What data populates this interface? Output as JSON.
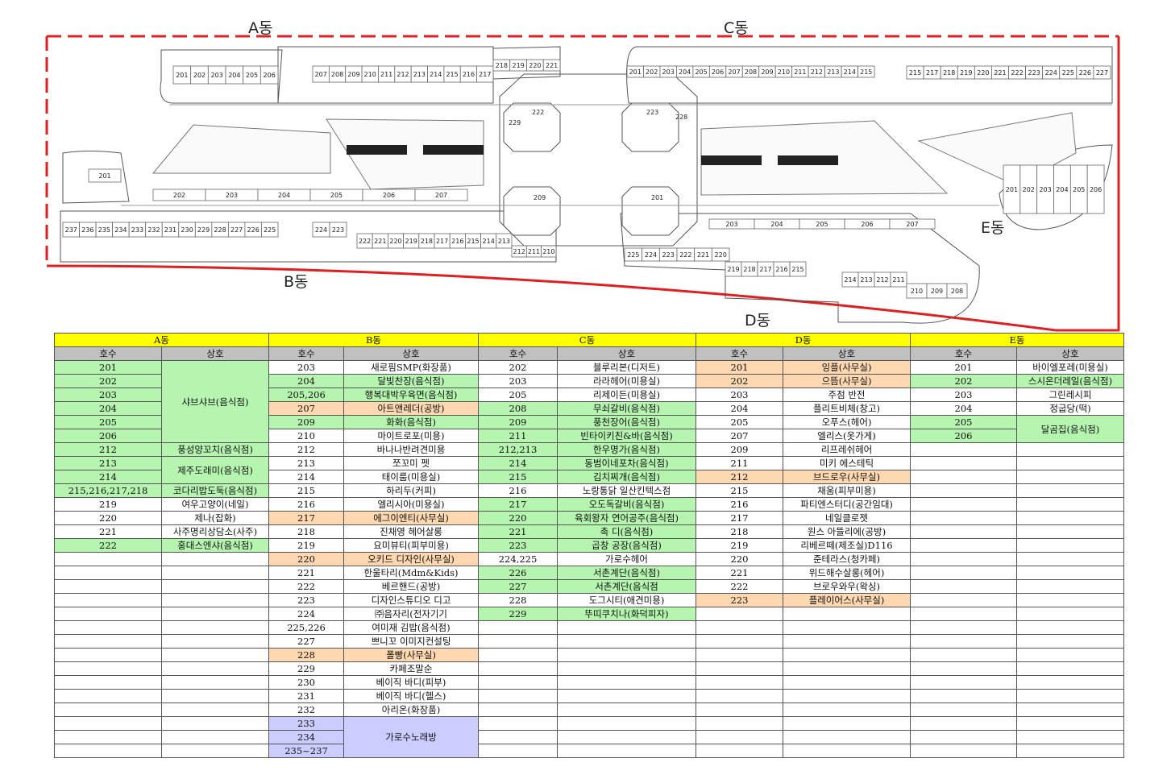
{
  "plan": {
    "buildings": {
      "A": "A동",
      "B": "B동",
      "C": "C동",
      "D": "D동",
      "E": "E동"
    },
    "units": {
      "a_top1": [
        "201",
        "202",
        "203",
        "204",
        "205",
        "206"
      ],
      "a_top2": [
        "207",
        "208",
        "209",
        "210",
        "211",
        "212",
        "213",
        "214",
        "215",
        "216",
        "217"
      ],
      "a_corner": [
        "218",
        "219",
        "220",
        "221"
      ],
      "a_west": [
        "201"
      ],
      "a_mid": [
        "202",
        "203",
        "204",
        "205",
        "206",
        "207"
      ],
      "c_top1": [
        "201",
        "202",
        "203",
        "204",
        "205",
        "206",
        "207",
        "208",
        "209",
        "210",
        "211",
        "212",
        "213",
        "214",
        "215"
      ],
      "c_top2": [
        "215",
        "217",
        "218",
        "219",
        "220",
        "221",
        "222",
        "223",
        "224",
        "225",
        "226",
        "227"
      ],
      "center": [
        "222",
        "223",
        "229",
        "228",
        "209",
        "201"
      ],
      "b_bot1": [
        "237",
        "236",
        "235",
        "234",
        "233",
        "232",
        "231",
        "230",
        "229",
        "228",
        "227",
        "226",
        "225"
      ],
      "b_bot2": [
        "224",
        "223"
      ],
      "b_bot3": [
        "222",
        "221",
        "220",
        "219",
        "218",
        "217",
        "216",
        "215",
        "214",
        "213"
      ],
      "b_bot4": [
        "212",
        "211",
        "210"
      ],
      "d_top": [
        "225",
        "224",
        "223",
        "222",
        "221",
        "220"
      ],
      "d_bot1": [
        "219",
        "218",
        "217",
        "216",
        "215"
      ],
      "d_bot2": [
        "214",
        "213",
        "212",
        "211"
      ],
      "d_bot3": [
        "210",
        "209",
        "208"
      ],
      "d_mid": [
        "203",
        "204",
        "205",
        "206",
        "207"
      ],
      "e_units": [
        "201",
        "202",
        "203",
        "204",
        "205",
        "206"
      ]
    }
  },
  "table": {
    "buildings": [
      "A동",
      "B동",
      "C동",
      "D동",
      "E동"
    ],
    "col_unit": "호수",
    "col_name": "상호",
    "columns": [
      [
        {
          "t": "201",
          "c": "g"
        },
        {
          "t": "202",
          "c": "g"
        },
        {
          "t": "203",
          "c": "g"
        },
        {
          "t": "204",
          "c": "g"
        },
        {
          "t": "205",
          "c": "g"
        },
        {
          "t": "206",
          "c": "g"
        },
        {
          "t": "212",
          "c": "g"
        },
        {
          "t": "213",
          "c": "g"
        },
        {
          "t": "214",
          "c": "g"
        },
        {
          "t": "215,216,217,218",
          "c": "g"
        },
        {
          "t": "219",
          "c": ""
        },
        {
          "t": "220",
          "c": ""
        },
        {
          "t": "221",
          "c": ""
        },
        {
          "t": "222",
          "c": "g"
        }
      ],
      [
        {
          "t": "샤브샤브(음식점)",
          "c": "g",
          "s": 6
        },
        {
          "t": "풍성양꼬치(음식점)",
          "c": "g"
        },
        {
          "t": "제주도래미(음식점)",
          "c": "g",
          "s": 2
        },
        {
          "t": "코다리밥도둑(음식점)",
          "c": "g"
        },
        {
          "t": "여우고양이(네일)",
          "c": ""
        },
        {
          "t": "제나(잡화)",
          "c": ""
        },
        {
          "t": "사주명리상담소(사주)",
          "c": ""
        },
        {
          "t": "홍대스엔샤(음식점)",
          "c": "g"
        }
      ],
      [
        {
          "t": "203",
          "c": ""
        },
        {
          "t": "204",
          "c": "g"
        },
        {
          "t": "205,206",
          "c": "g"
        },
        {
          "t": "207",
          "c": "o"
        },
        {
          "t": "209",
          "c": "g"
        },
        {
          "t": "210",
          "c": ""
        },
        {
          "t": "212",
          "c": ""
        },
        {
          "t": "213",
          "c": ""
        },
        {
          "t": "214",
          "c": ""
        },
        {
          "t": "215",
          "c": ""
        },
        {
          "t": "216",
          "c": ""
        },
        {
          "t": "217",
          "c": "o"
        },
        {
          "t": "218",
          "c": ""
        },
        {
          "t": "219",
          "c": ""
        },
        {
          "t": "220",
          "c": "o"
        },
        {
          "t": "221",
          "c": ""
        },
        {
          "t": "222",
          "c": ""
        },
        {
          "t": "223",
          "c": ""
        },
        {
          "t": "224",
          "c": ""
        },
        {
          "t": "225,226",
          "c": ""
        },
        {
          "t": "227",
          "c": ""
        },
        {
          "t": "228",
          "c": "o"
        },
        {
          "t": "229",
          "c": ""
        },
        {
          "t": "230",
          "c": ""
        },
        {
          "t": "231",
          "c": ""
        },
        {
          "t": "232",
          "c": ""
        },
        {
          "t": "233",
          "c": "p"
        },
        {
          "t": "234",
          "c": "p"
        },
        {
          "t": "235~237",
          "c": "p"
        }
      ],
      [
        {
          "t": "새로핌SMP(화장품)",
          "c": ""
        },
        {
          "t": "달빛찬장(음식점)",
          "c": "g"
        },
        {
          "t": "행복대박우육면(음식점)",
          "c": "g"
        },
        {
          "t": "아트앤레더(공방)",
          "c": "o"
        },
        {
          "t": "화화(음식점)",
          "c": "g"
        },
        {
          "t": "마이트로포(미용)",
          "c": ""
        },
        {
          "t": "바나나반려견미용",
          "c": ""
        },
        {
          "t": "쪼꼬미 펫",
          "c": ""
        },
        {
          "t": "태이룸(미용실)",
          "c": ""
        },
        {
          "t": "하리두(커피)",
          "c": ""
        },
        {
          "t": "엘리시아(미용실)",
          "c": ""
        },
        {
          "t": "에그이엔티(사무실)",
          "c": "o"
        },
        {
          "t": "진채영 헤어살롱",
          "c": ""
        },
        {
          "t": "요미뷰티(피부미용)",
          "c": ""
        },
        {
          "t": "오키드 디자인(사무실)",
          "c": "o"
        },
        {
          "t": "한울타리(Mdm&Kids)",
          "c": ""
        },
        {
          "t": "베르핸드(공방)",
          "c": ""
        },
        {
          "t": "디자인스튜디오 디고",
          "c": ""
        },
        {
          "t": "㈜음자리(전자기기",
          "c": ""
        },
        {
          "t": "여미재 김밥(음식점)",
          "c": ""
        },
        {
          "t": "쁘니꼬 이미지컨설팅",
          "c": ""
        },
        {
          "t": "폴빵(사무실)",
          "c": "o"
        },
        {
          "t": "카페조말순",
          "c": ""
        },
        {
          "t": "베이직 바디(피부)",
          "c": ""
        },
        {
          "t": "베이직 바디(헬스)",
          "c": ""
        },
        {
          "t": "아리온(화장품)",
          "c": ""
        },
        {
          "t": "가로수노래방",
          "c": "p",
          "s": 3
        }
      ],
      [
        {
          "t": "202",
          "c": ""
        },
        {
          "t": "203",
          "c": ""
        },
        {
          "t": "205",
          "c": ""
        },
        {
          "t": "208",
          "c": "g"
        },
        {
          "t": "209",
          "c": "g"
        },
        {
          "t": "211",
          "c": "g"
        },
        {
          "t": "212,213",
          "c": "g"
        },
        {
          "t": "214",
          "c": "g"
        },
        {
          "t": "215",
          "c": "g"
        },
        {
          "t": "216",
          "c": ""
        },
        {
          "t": "217",
          "c": "g"
        },
        {
          "t": "220",
          "c": "g"
        },
        {
          "t": "221",
          "c": "g"
        },
        {
          "t": "223",
          "c": "g"
        },
        {
          "t": "224,225",
          "c": ""
        },
        {
          "t": "226",
          "c": "g"
        },
        {
          "t": "227",
          "c": "g"
        },
        {
          "t": "228",
          "c": ""
        },
        {
          "t": "229",
          "c": "g"
        }
      ],
      [
        {
          "t": "블루리본(디저트)",
          "c": ""
        },
        {
          "t": "라라헤어(미용실)",
          "c": ""
        },
        {
          "t": "리제이든(미용실)",
          "c": ""
        },
        {
          "t": "무쇠갈비(음식점)",
          "c": "g"
        },
        {
          "t": "풍천장어(음식점)",
          "c": "g"
        },
        {
          "t": "빈타이키친&바(음식점)",
          "c": "g"
        },
        {
          "t": "한우명가(음식점)",
          "c": "g"
        },
        {
          "t": "동범이네포차(음식점)",
          "c": "g"
        },
        {
          "t": "김치찌개(음식점)",
          "c": "g"
        },
        {
          "t": "노랑통닭 일산킨텍스점",
          "c": ""
        },
        {
          "t": "오도독갈비(음식점)",
          "c": "g"
        },
        {
          "t": "육회왕자 연어공주(음식점)",
          "c": "g"
        },
        {
          "t": "촉 디(음식점)",
          "c": "g"
        },
        {
          "t": "곱창 공장(음식점)",
          "c": "g"
        },
        {
          "t": "가로수헤어",
          "c": ""
        },
        {
          "t": "서촌계단(음식점)",
          "c": "g"
        },
        {
          "t": "서촌계단(음식점",
          "c": "g"
        },
        {
          "t": "도그시티(애견미용)",
          "c": ""
        },
        {
          "t": "뚜띠쿠치나(화덕피자)",
          "c": "g"
        }
      ],
      [
        {
          "t": "201",
          "c": "o"
        },
        {
          "t": "202",
          "c": "o"
        },
        {
          "t": "203",
          "c": ""
        },
        {
          "t": "204",
          "c": ""
        },
        {
          "t": "205",
          "c": ""
        },
        {
          "t": "207",
          "c": ""
        },
        {
          "t": "209",
          "c": ""
        },
        {
          "t": "211",
          "c": ""
        },
        {
          "t": "212",
          "c": "o"
        },
        {
          "t": "215",
          "c": ""
        },
        {
          "t": "216",
          "c": ""
        },
        {
          "t": "217",
          "c": ""
        },
        {
          "t": "218",
          "c": ""
        },
        {
          "t": "219",
          "c": ""
        },
        {
          "t": "220",
          "c": ""
        },
        {
          "t": "221",
          "c": ""
        },
        {
          "t": "222",
          "c": ""
        },
        {
          "t": "223",
          "c": "o"
        }
      ],
      [
        {
          "t": "잉플(사무실)",
          "c": "o"
        },
        {
          "t": "으뜸(사무실)",
          "c": "o"
        },
        {
          "t": "주점 반전",
          "c": ""
        },
        {
          "t": "플리트비체(창고)",
          "c": ""
        },
        {
          "t": "오푸스(헤어)",
          "c": ""
        },
        {
          "t": "엘리스(옷가게)",
          "c": ""
        },
        {
          "t": "리프레쉬헤어",
          "c": ""
        },
        {
          "t": "미키 에스테틱",
          "c": ""
        },
        {
          "t": "브드로우(사무실)",
          "c": "o"
        },
        {
          "t": "채움(피부미용)",
          "c": ""
        },
        {
          "t": "파티엔스터디(공간임대)",
          "c": ""
        },
        {
          "t": "네일클로젯",
          "c": ""
        },
        {
          "t": "원스 아뜰리에(공방)",
          "c": ""
        },
        {
          "t": "리베르떼(제조실)D116",
          "c": ""
        },
        {
          "t": "준테라스(청카페)",
          "c": ""
        },
        {
          "t": "위드해수살롱(헤어)",
          "c": ""
        },
        {
          "t": "브로우와우(왁싱)",
          "c": ""
        },
        {
          "t": "플레이어스(사무실)",
          "c": "o"
        }
      ],
      [
        {
          "t": "201",
          "c": ""
        },
        {
          "t": "202",
          "c": "g"
        },
        {
          "t": "203",
          "c": ""
        },
        {
          "t": "204",
          "c": ""
        },
        {
          "t": "205",
          "c": "g"
        },
        {
          "t": "206",
          "c": "g"
        }
      ],
      [
        {
          "t": "바이엘포레(미용실)",
          "c": ""
        },
        {
          "t": "스시온더레일(음식점)",
          "c": "g"
        },
        {
          "t": "그린레시피",
          "c": ""
        },
        {
          "t": "정굽당(떡)",
          "c": ""
        },
        {
          "t": "달곰집(음식점)",
          "c": "g",
          "s": 2
        }
      ]
    ]
  }
}
